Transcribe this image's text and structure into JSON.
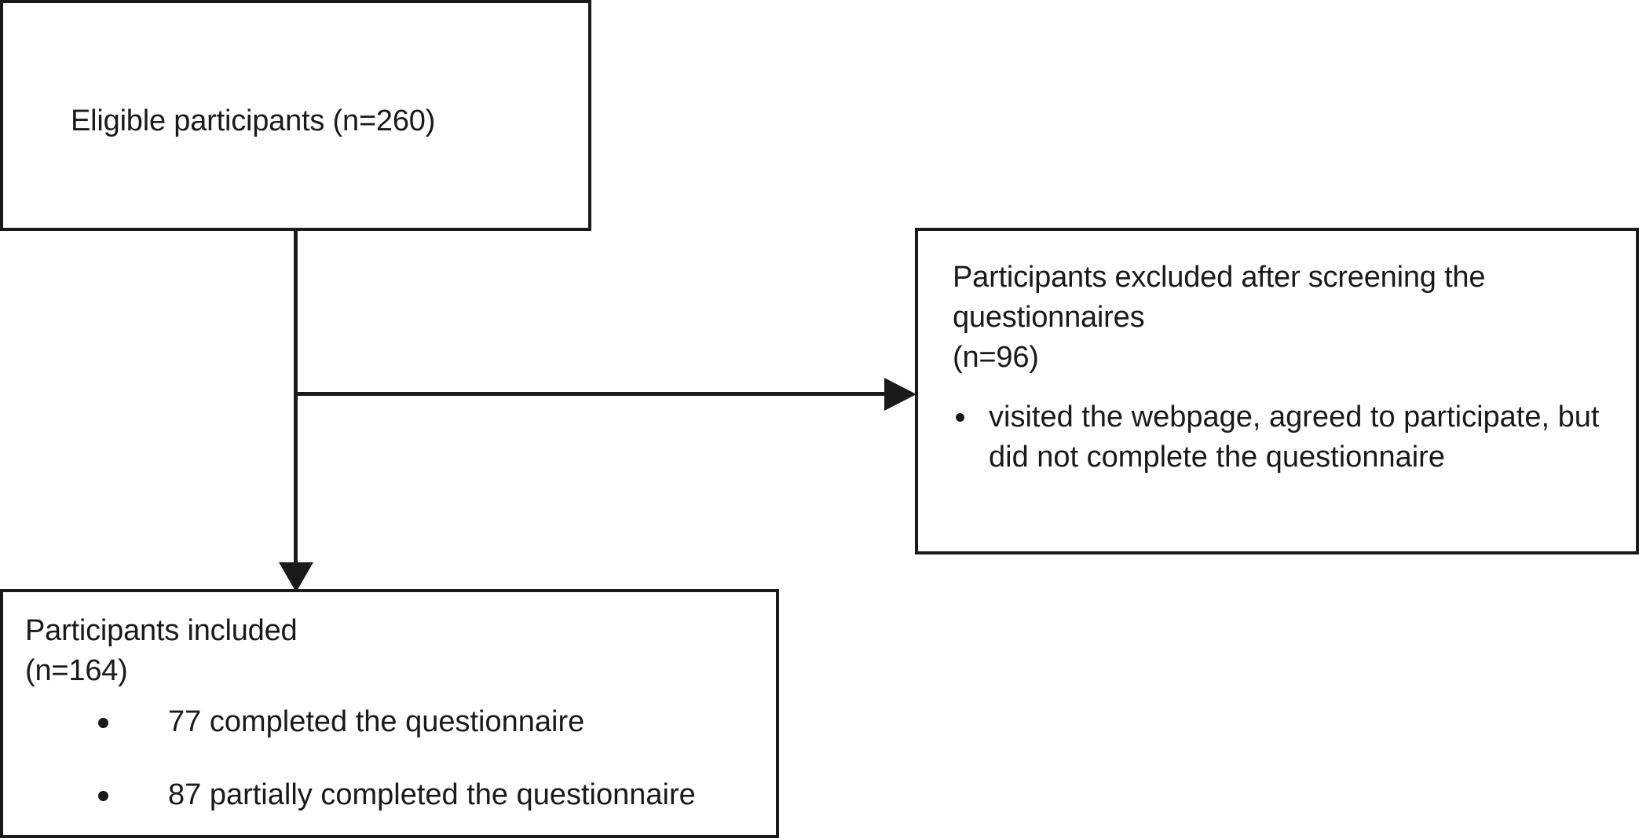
{
  "diagram": {
    "type": "participant-flow-chart",
    "nodes": {
      "eligible": {
        "label": "Eligible participants (n=260)",
        "count": 260
      },
      "excluded": {
        "label": "Participants excluded after screening the questionnaires\n(n=96)",
        "count": 96,
        "bullets": [
          "visited the webpage, agreed to participate, but did not complete the questionnaire"
        ]
      },
      "included": {
        "label": "Participants included\n(n=164)",
        "count": 164,
        "bullets": [
          "77 completed the questionnaire",
          "87 partially completed the questionnaire"
        ]
      }
    },
    "connectors": [
      {
        "from": "eligible",
        "to": "excluded",
        "direction": "right",
        "arrow": "arrow-right-icon"
      },
      {
        "from": "eligible",
        "to": "included",
        "direction": "down",
        "arrow": "arrow-down-icon"
      }
    ],
    "colors": {
      "stroke": "#1a1a1a",
      "fill": "#ffffff",
      "text": "#1a1a1a"
    }
  }
}
